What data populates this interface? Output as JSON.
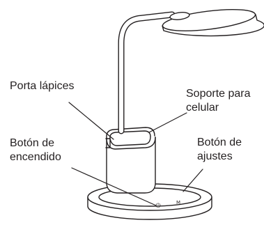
{
  "labels": {
    "porta_lapices": "Porta lápices",
    "soporte_line1": "Soporte para",
    "soporte_line2": "celular",
    "encendido_line1": "Botón de",
    "encendido_line2": "encendido",
    "ajustes_line1": "Botón de",
    "ajustes_line2": "ajustes"
  },
  "base_buttons": {
    "power_symbol": "⏻",
    "settings_symbol": "M"
  },
  "colors": {
    "stroke": "#231f20",
    "fill": "#ffffff",
    "text": "#231f20"
  }
}
